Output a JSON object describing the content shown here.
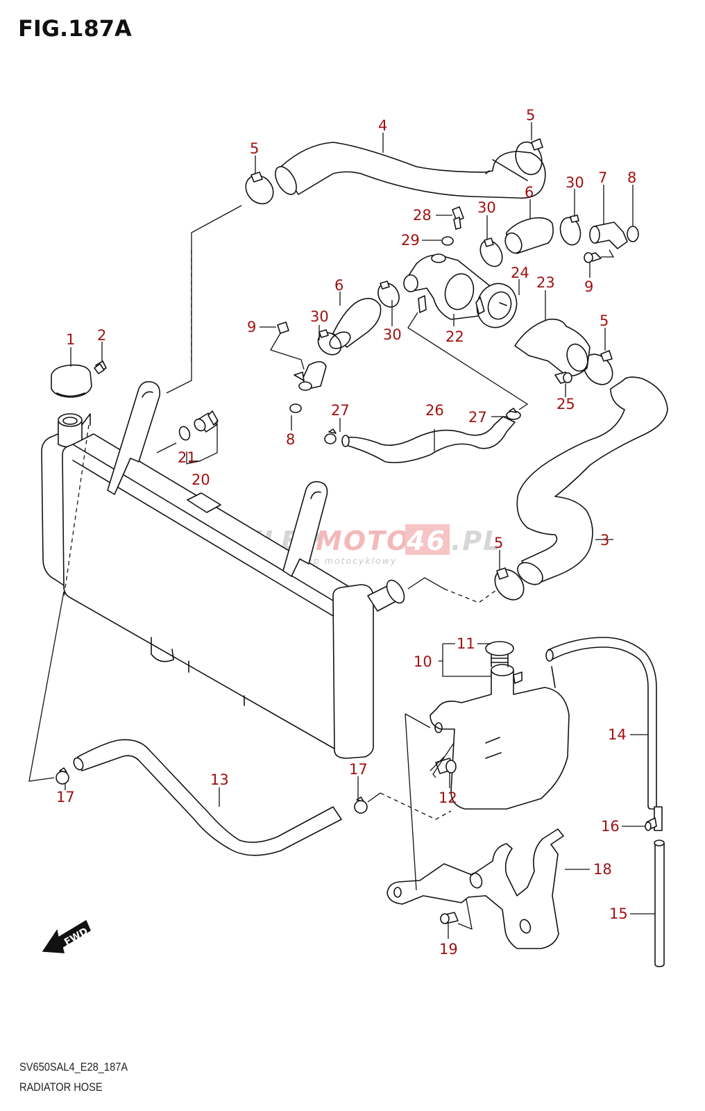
{
  "figure": {
    "title": "FIG.187A",
    "code": "SV650SAL4_E28_187A",
    "name": "RADIATOR HOSE"
  },
  "watermark": {
    "brand_part1": "SKLEP",
    "brand_part2": "MOTO",
    "brand_part3": "46",
    "brand_part4": ".PL",
    "tagline": "internetowy sklep motocyklowy"
  },
  "direction_badge": "FWD",
  "label_color": "#a01010",
  "parts": {
    "p1": "1",
    "p2": "2",
    "p3": "3",
    "p4": "4",
    "p5a": "5",
    "p5b": "5",
    "p5c": "5",
    "p5d": "5",
    "p6a": "6",
    "p6b": "6",
    "p7": "7",
    "p8a": "8",
    "p8b": "8",
    "p9a": "9",
    "p9b": "9",
    "p10": "10",
    "p11": "11",
    "p12": "12",
    "p13": "13",
    "p14": "14",
    "p15": "15",
    "p16": "16",
    "p17a": "17",
    "p17b": "17",
    "p18": "18",
    "p19": "19",
    "p20": "20",
    "p21": "21",
    "p22": "22",
    "p23": "23",
    "p24": "24",
    "p25": "25",
    "p26": "26",
    "p27a": "27",
    "p27b": "27",
    "p28": "28",
    "p29": "29",
    "p30a": "30",
    "p30b": "30",
    "p30c": "30",
    "p30d": "30"
  }
}
